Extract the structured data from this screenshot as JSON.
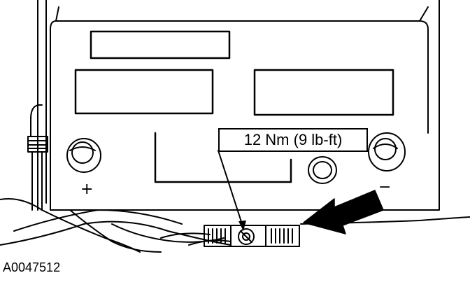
{
  "labels": {
    "torque_spec": "12 Nm (9 lb-ft)",
    "figure_id": "A0047512",
    "positive_terminal": "+",
    "negative_terminal": "−"
  },
  "colors": {
    "line": "#000000",
    "background": "#ffffff"
  },
  "icons": [
    "battery-outline",
    "terminal-post",
    "hold-down-clamp",
    "bolt",
    "indicator-arrow"
  ]
}
